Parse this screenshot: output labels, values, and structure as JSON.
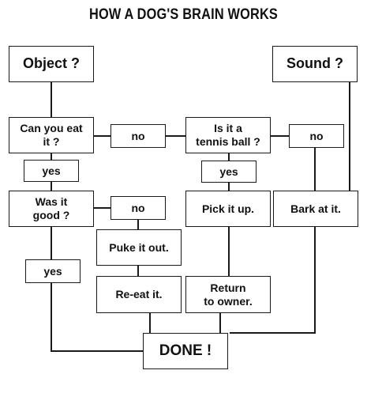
{
  "title": "HOW A DOG'S BRAIN WORKS",
  "nodes": {
    "object": "Object ?",
    "sound": "Sound ?",
    "eat": "Can you eat\nit ?",
    "no_eat": "no",
    "tennis": "Is it a\ntennis ball ?",
    "no_tennis": "no",
    "yes_eat": "yes",
    "yes_tennis": "yes",
    "good": "Was it\ngood ?",
    "no_good": "no",
    "pick": "Pick it up.",
    "bark": "Bark at it.",
    "puke": "Puke it out.",
    "yes_good": "yes",
    "reeat": "Re-eat it.",
    "return": "Return\nto owner.",
    "done": "DONE !"
  }
}
